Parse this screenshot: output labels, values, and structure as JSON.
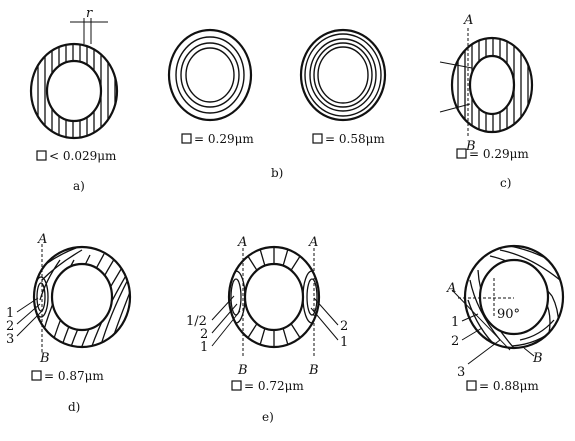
{
  "figures": {
    "a": {
      "caption": "a)",
      "value": "< 0.029μm",
      "r_label": "r"
    },
    "b": {
      "caption": "b)",
      "value_left": "= 0.29μm",
      "value_right": "= 0.58μm"
    },
    "c": {
      "caption": "c)",
      "value": "= 0.29μm",
      "label_A": "A",
      "label_B": "B"
    },
    "d": {
      "caption": "d)",
      "value": "= 0.87μm",
      "label_A": "A",
      "label_B": "B",
      "zones": [
        "1",
        "2",
        "3"
      ]
    },
    "e": {
      "caption": "e)",
      "value": "= 0.72μm",
      "label_A": "A",
      "label_B": "B",
      "zones_left": [
        "1/2",
        "2",
        "1"
      ],
      "zones_right": [
        "2",
        "1"
      ]
    },
    "f": {
      "value": "= 0.88μm",
      "label_A": "A",
      "label_B": "B",
      "angle": "90°",
      "zones": [
        "1",
        "2",
        "3"
      ]
    }
  }
}
